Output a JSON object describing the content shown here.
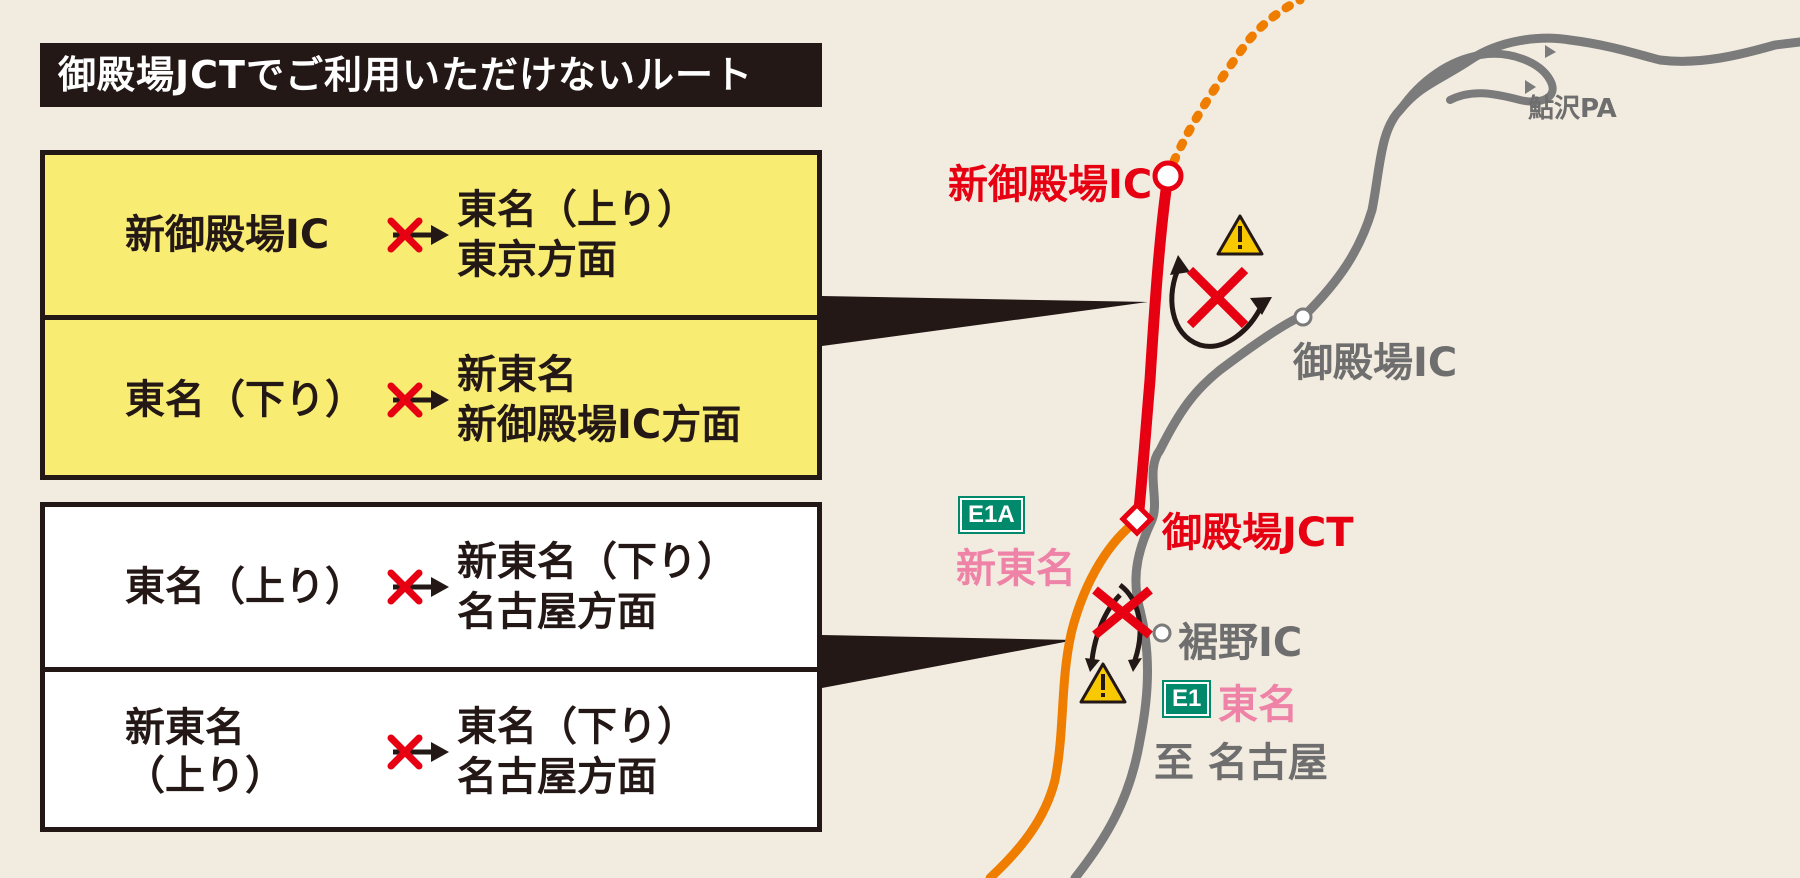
{
  "title": "御殿場JCTでご利用いただけないルート",
  "routes_top": [
    {
      "from": "新御殿場IC",
      "to_line1": "東名（上り）",
      "to_line2": "東京方面"
    },
    {
      "from": "東名（下り）",
      "to_line1": "新東名",
      "to_line2": "新御殿場IC方面"
    }
  ],
  "routes_bottom": [
    {
      "from": "東名（上り）",
      "to_line1": "新東名（下り）",
      "to_line2": "名古屋方面"
    },
    {
      "from": "新東名\n（上り）",
      "to_line1": "東名（下り）",
      "to_line2": "名古屋方面"
    }
  ],
  "map_labels": {
    "shin_gotemba_ic": "新御殿場IC",
    "gotemba_ic": "御殿場IC",
    "gotemba_jct": "御殿場JCT",
    "susono_ic": "裾野IC",
    "ayuzawa_pa": "鮎沢PA",
    "to_nagoya": "至 名古屋",
    "shin_tomei": "新東名",
    "tomei": "東名",
    "shield_e1a": "E1A",
    "shield_e1": "E1"
  },
  "colors": {
    "red_route": "#e60012",
    "orange_route": "#ee7d00",
    "gray_route": "#7b7b7b",
    "panel_yellow": "#f8ec72",
    "dark": "#231815",
    "warning": "#f8c800",
    "shield_green": "#00896b"
  },
  "icons": [
    "no-entry-arrow-icon",
    "warning-icon",
    "crossed-uturn-icon",
    "ic-node-icon",
    "jct-node-icon"
  ]
}
